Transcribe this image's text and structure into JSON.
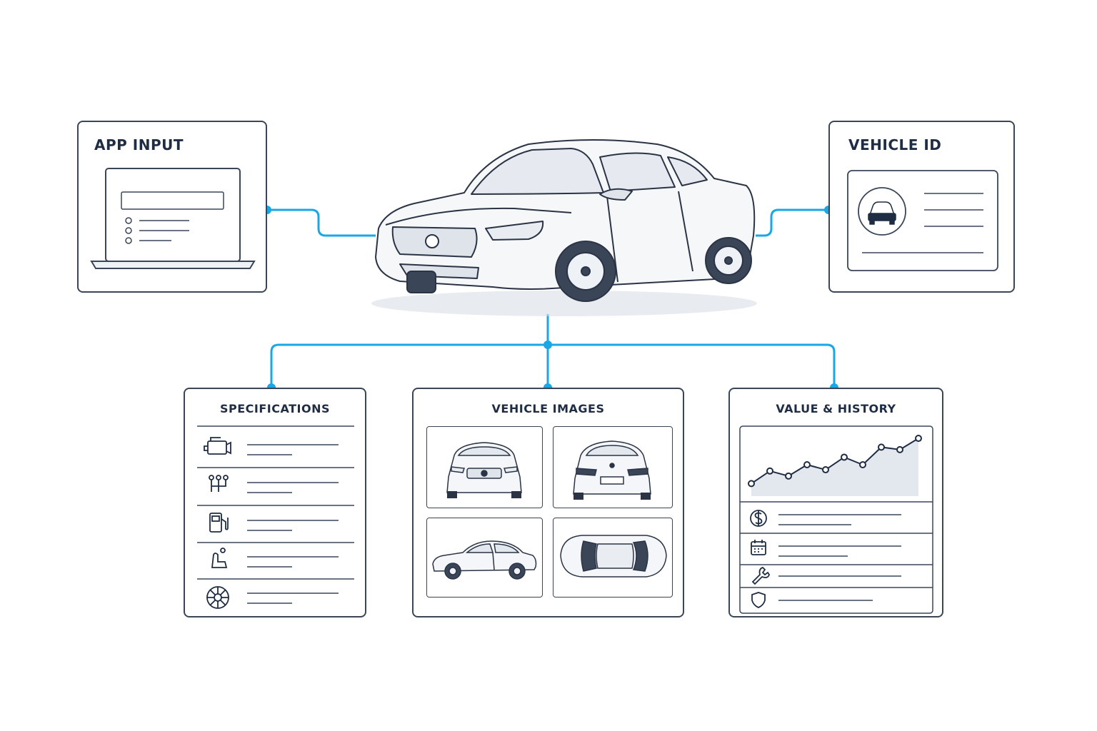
{
  "panels": {
    "app_input": {
      "title": "APP INPUT"
    },
    "vehicle_id": {
      "title": "VEHICLE ID"
    },
    "specifications": {
      "title": "SPECIFICATIONS"
    },
    "vehicle_images": {
      "title": "VEHICLE IMAGES"
    },
    "value_history": {
      "title": "VALUE & HISTORY"
    }
  },
  "icons": {
    "specifications": [
      "engine-icon",
      "transmission-icon",
      "fuel-pump-icon",
      "seat-icon",
      "wheel-icon"
    ],
    "value_history": [
      "dollar-icon",
      "calendar-icon",
      "wrench-icon",
      "shield-icon"
    ]
  },
  "chart_data": {
    "type": "line",
    "title": "",
    "xlabel": "",
    "ylabel": "",
    "grid": false,
    "x": [
      1,
      2,
      3,
      4,
      5,
      6,
      7,
      8,
      9,
      10
    ],
    "values": [
      2.0,
      4.0,
      3.2,
      5.0,
      4.2,
      6.2,
      5.0,
      7.8,
      7.4,
      9.2
    ],
    "ylim": [
      0,
      10
    ]
  },
  "colors": {
    "accent": "#1aa7e6",
    "stroke": "#3a4658",
    "ink": "#1f2d44"
  }
}
